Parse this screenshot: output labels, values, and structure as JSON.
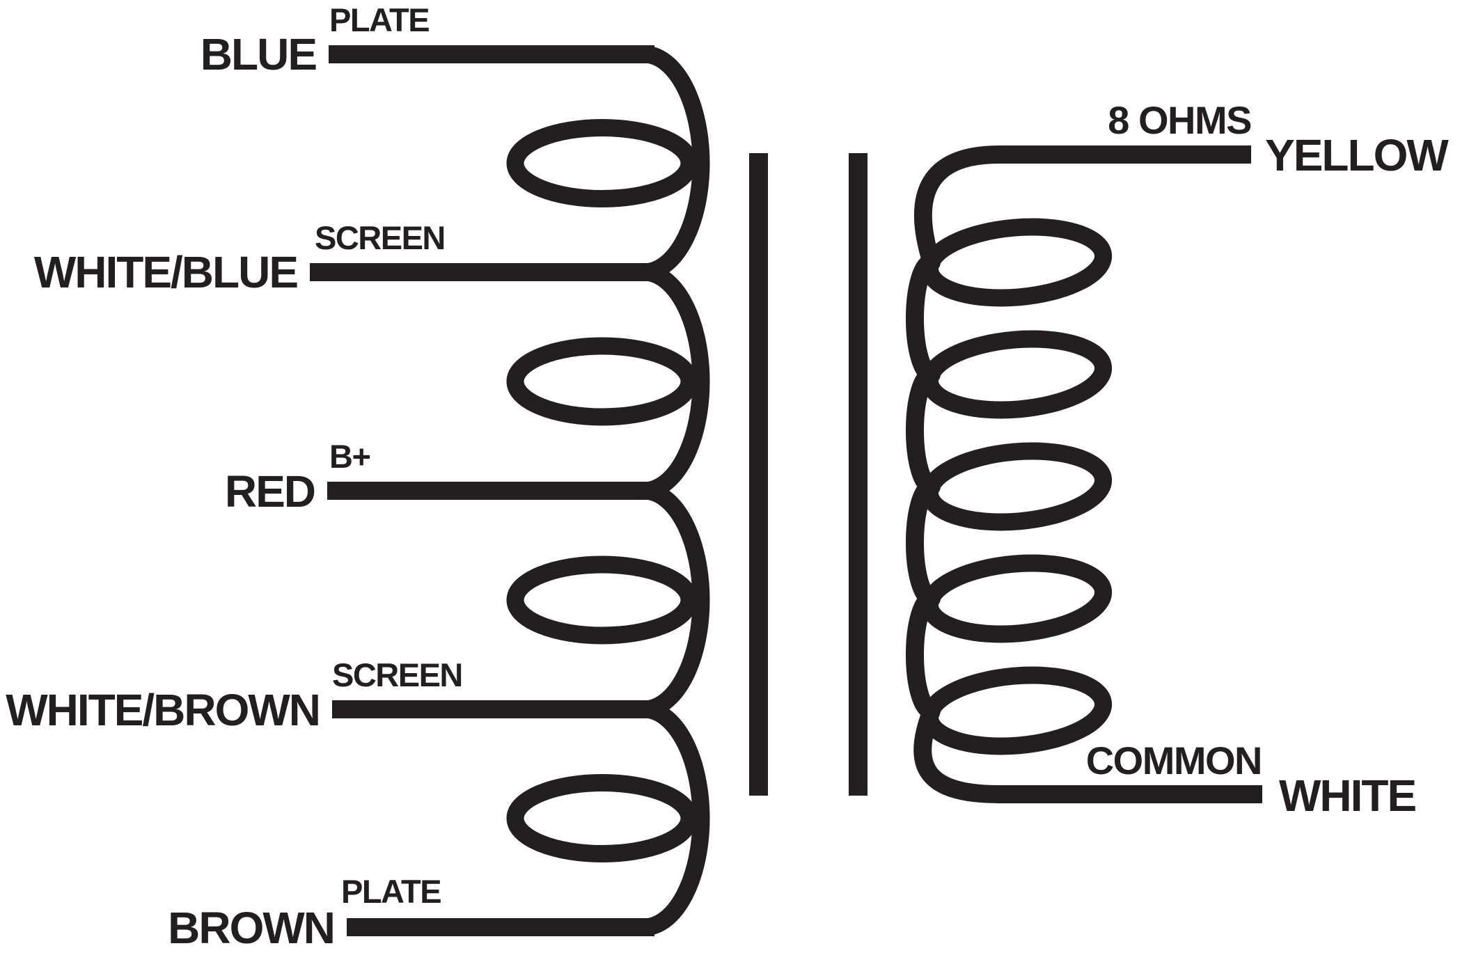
{
  "diagram": {
    "type": "transformer-wiring-diagram",
    "background_color": "#ffffff",
    "ink_color": "#231f20",
    "primary": {
      "side": "left",
      "taps": [
        {
          "terminal": "PLATE",
          "wire": "BLUE"
        },
        {
          "terminal": "SCREEN",
          "wire": "WHITE/BLUE"
        },
        {
          "terminal": "B+",
          "wire": "RED"
        },
        {
          "terminal": "SCREEN",
          "wire": "WHITE/BROWN"
        },
        {
          "terminal": "PLATE",
          "wire": "BROWN"
        }
      ],
      "turns": 4
    },
    "core": {
      "bars": 2
    },
    "secondary": {
      "side": "right",
      "taps": [
        {
          "terminal": "8 OHMS",
          "wire": "YELLOW"
        },
        {
          "terminal": "COMMON",
          "wire": "WHITE"
        }
      ],
      "turns": 5
    }
  }
}
